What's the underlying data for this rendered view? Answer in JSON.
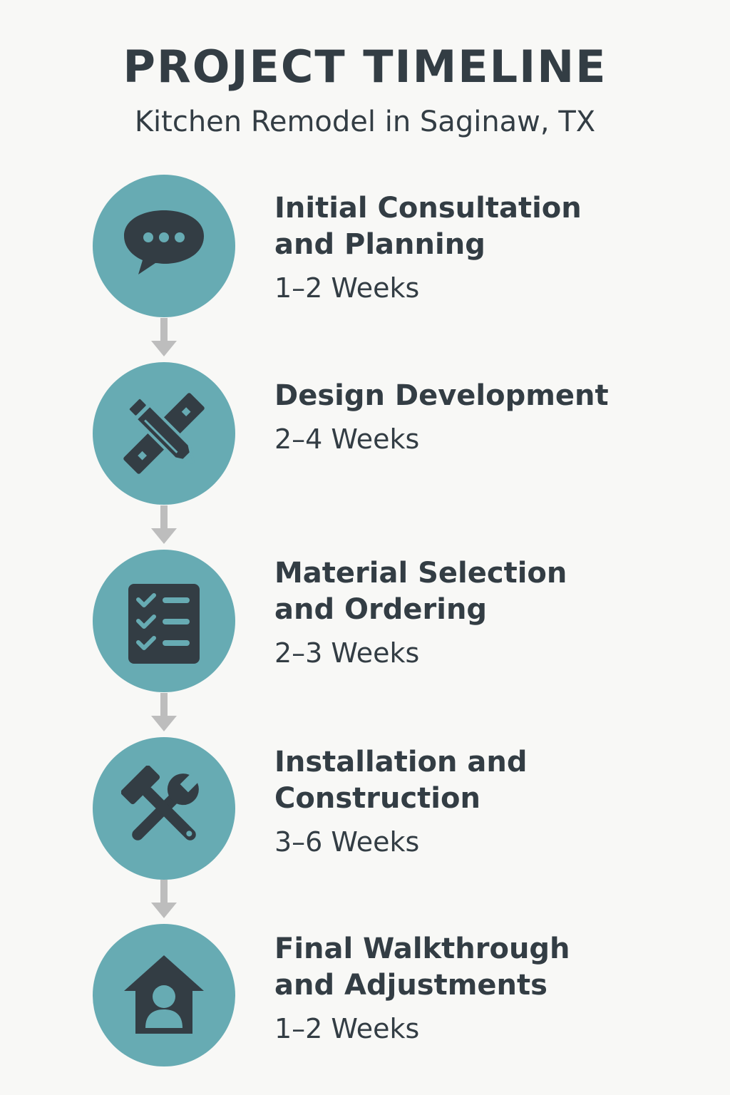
{
  "header": {
    "title": "PROJECT TIMELINE",
    "subtitle": "Kitchen Remodel in Saginaw, TX"
  },
  "colors": {
    "background": "#f8f8f6",
    "circle": "#67abb3",
    "text": "#333d44",
    "arrow": "#bdbdbd"
  },
  "steps": [
    {
      "icon": "speech-bubble-icon",
      "title_lines": [
        "Initial Consultation",
        "and Planning"
      ],
      "duration": "1–2 Weeks"
    },
    {
      "icon": "pencil-ruler-icon",
      "title_lines": [
        "Design Development"
      ],
      "duration": "2–4 Weeks"
    },
    {
      "icon": "checklist-icon",
      "title_lines": [
        "Material Selection",
        "and Ordering"
      ],
      "duration": "2–3 Weeks"
    },
    {
      "icon": "wrench-hammer-icon",
      "title_lines": [
        "Installation and",
        "Construction"
      ],
      "duration": "3–6 Weeks"
    },
    {
      "icon": "house-person-icon",
      "title_lines": [
        "Final Walkthrough",
        "and Adjustments"
      ],
      "duration": "1–2 Weeks"
    }
  ]
}
